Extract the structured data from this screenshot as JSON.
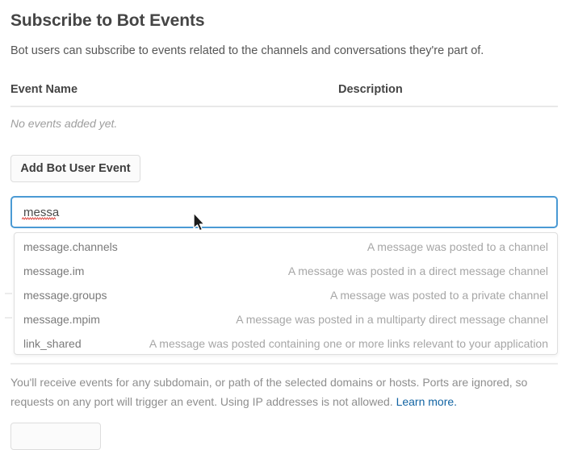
{
  "page": {
    "title": "Subscribe to Bot Events",
    "subtitle": "Bot users can subscribe to events related to the channels and conversations they're part of."
  },
  "events_table": {
    "columns": {
      "event_name": "Event Name",
      "description": "Description"
    },
    "empty_message": "No events added yet.",
    "rows": []
  },
  "actions": {
    "add_bot_user_event": "Add Bot User Event"
  },
  "event_search": {
    "value": "messa",
    "placeholder": "",
    "spellcheck_flagged": true,
    "focused": true
  },
  "dropdown": {
    "visible": true,
    "options": [
      {
        "name": "message.channels",
        "description": "A message was posted to a channel"
      },
      {
        "name": "message.im",
        "description": "A message was posted in a direct message channel"
      },
      {
        "name": "message.groups",
        "description": "A message was posted to a private channel"
      },
      {
        "name": "message.mpim",
        "description": "A message was posted in a multiparty direct message channel"
      },
      {
        "name": "link_shared",
        "description": "A message was posted containing one or more links relevant to your application"
      }
    ]
  },
  "bottom": {
    "note_text": "You'll receive events for any subdomain, or path of the selected domains or hosts. Ports are ignored, so requests on any port will trigger an event. Using IP addresses is not allowed. ",
    "learn_more": "Learn more."
  },
  "colors": {
    "focus_border": "#4a9ad4",
    "link": "#1264a3",
    "heading": "#454545",
    "muted_text": "#8e8e8e",
    "spellcheck_underline": "#e0443e"
  }
}
